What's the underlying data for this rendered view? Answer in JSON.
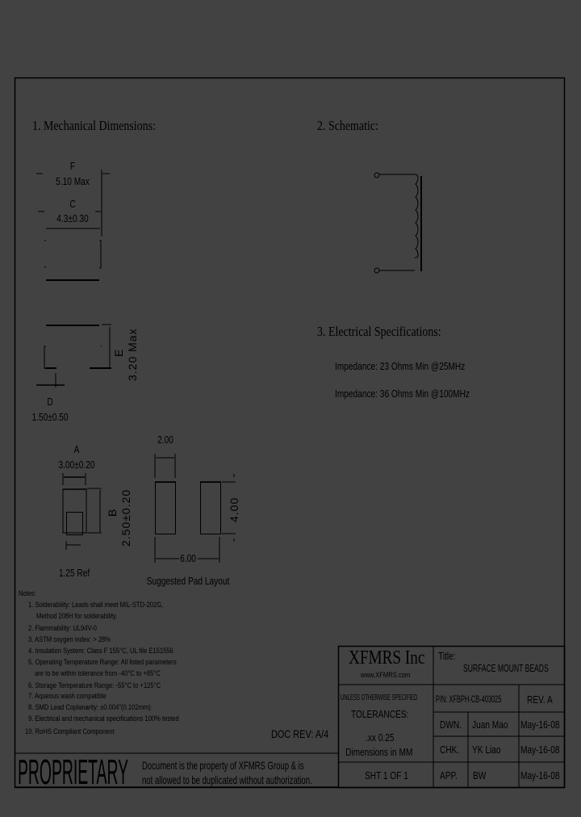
{
  "sections": {
    "mechanical": "1. Mechanical Dimensions:",
    "schematic": "2. Schematic:",
    "electrical": "3. Electrical Specifications:"
  },
  "dimensions": {
    "F_label": "F",
    "F_value": "5.10 Max",
    "C_label": "C",
    "C_value": "4.3±0.30",
    "E_label": "E",
    "E_value": "3.20 Max",
    "D_label": "D",
    "D_value": "1.50±0.50",
    "A_label": "A",
    "A_value": "3.00±0.20",
    "B_label": "B",
    "B_value": "2.50±0.20",
    "ref_value": "1.25 Ref",
    "pad_width": "2.00",
    "pad_height": "4.00",
    "pad_span": "6.00",
    "pad_caption": "Suggested Pad Layout"
  },
  "electrical": [
    "Impedance: 23 Ohms Min @25MHz",
    "Impedance: 36 Ohms Min @100MHz"
  ],
  "notes": {
    "title": "Notes:",
    "items": [
      "1. Solderability: Leads shall meet MIL-STD-202G,",
      "Method 208H for solderability.",
      "2. Flammability: UL94V-0",
      "3. ASTM oxygen index: > 28%",
      "4. Insulation System: Class F 155°C, UL file E151556",
      "5. Operating Temperature Range: All listed parameters",
      "are to be within tolerance from -40°C to +85°C",
      "6. Storage Temperature Range: -55°C to +125°C",
      "7. Aqueous wash compatible",
      "8. SMD Lead Coplanarity: ±0.004\"(0.102mm)",
      "9. Electrical and mechanical specifications 100% tested",
      "10. RoHS Compliant Component"
    ]
  },
  "doc_rev": "DOC REV: A/4",
  "proprietary": {
    "word": "PROPRIETARY",
    "line1": "Document is the property of XFMRS Group & is",
    "line2": "not allowed to be duplicated without authorization."
  },
  "title_block": {
    "company": "XFMRS Inc",
    "website": "www.XFMRS.com",
    "title_label": "Title:",
    "title": "SURFACE MOUNT BEADS",
    "unless": "UNLESS OTHERWISE SPECIFIED",
    "tolerances": "TOLERANCES:",
    "tol_value": ".xx  0.25",
    "dims_in": "Dimensions in MM",
    "sheet": "SHT 1 OF 1",
    "pn": "P/N: XFBPH-CB-403025",
    "rev": "REV. A",
    "rows": [
      {
        "role": "DWN.",
        "name": "Juan Mao",
        "date": "May-16-08"
      },
      {
        "role": "CHK.",
        "name": "YK Liao",
        "date": "May-16-08"
      },
      {
        "role": "APP.",
        "name": "BW",
        "date": "May-16-08"
      }
    ]
  }
}
